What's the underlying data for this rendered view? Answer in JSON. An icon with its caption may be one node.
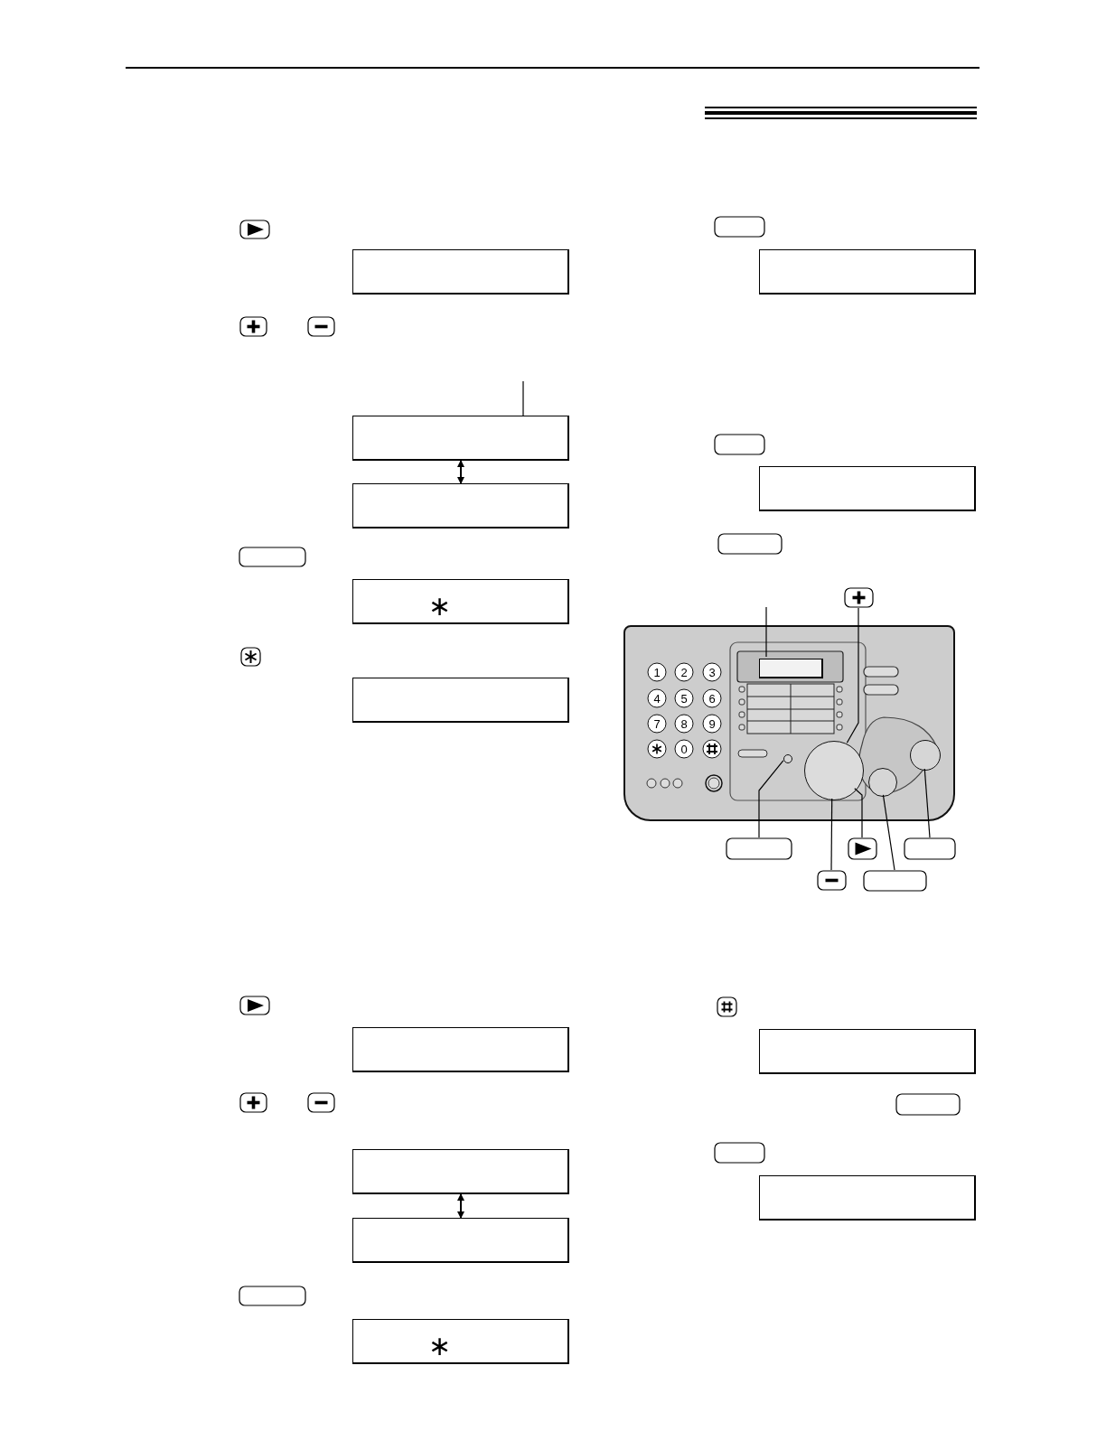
{
  "diagram": {
    "nodes": [
      {
        "text": [],
        "shape": "box"
      },
      {
        "text": [],
        "shape": "box"
      },
      {
        "text": [],
        "shape": "box"
      },
      {
        "text": [
          "∗"
        ]
      },
      {
        "text": [],
        "shape": "box"
      },
      {
        "text": [],
        "shape": "box"
      },
      {
        "text": [],
        "shape": "box"
      },
      {
        "text": [],
        "shape": "box"
      },
      {
        "text": [],
        "shape": "box",
        "in": 7
      },
      {
        "text": [],
        "shape": "circle",
        "in": 7
      },
      {
        "text": [],
        "shape": "circle",
        "in": 7
      },
      {
        "text": [],
        "shape": "circle",
        "in": 7
      },
      {
        "text": [],
        "shape": "circle",
        "in": 7
      },
      {
        "text": [],
        "shape": "box"
      },
      {
        "text": [],
        "shape": "box"
      },
      {
        "text": [],
        "shape": "box"
      },
      {
        "text": [],
        "shape": "box"
      },
      {
        "text": [],
        "shape": "box"
      },
      {
        "text": [],
        "shape": "box"
      },
      {
        "text": [],
        "shape": "box"
      },
      {
        "text": [],
        "shape": "box"
      },
      {
        "text": [],
        "shape": "box"
      },
      {
        "text": [
          "∗"
        ]
      },
      {
        "text": [],
        "shape": "box"
      },
      {
        "text": [],
        "shape": "box"
      }
    ],
    "edges": [
      {
        "from": 1,
        "to": 2,
        "arrow": "both"
      },
      {
        "from": null,
        "to": 1,
        "arrow": "none"
      },
      {
        "from": null,
        "to": 8,
        "arrow": "none"
      },
      {
        "from": 13,
        "to": 9,
        "arrow": "none"
      },
      {
        "from": 14,
        "to": 10,
        "arrow": "none"
      },
      {
        "from": 15,
        "to": 9,
        "arrow": "none"
      },
      {
        "from": 16,
        "to": 9,
        "arrow": "none"
      },
      {
        "from": 17,
        "to": 12,
        "arrow": "none"
      },
      {
        "from": 18,
        "to": 11,
        "arrow": "none"
      },
      {
        "from": 20,
        "to": 21,
        "arrow": "both"
      }
    ],
    "labels": [
      "1",
      "2",
      "3",
      "4",
      "5",
      "6",
      "7",
      "8",
      "9",
      "0"
    ]
  }
}
